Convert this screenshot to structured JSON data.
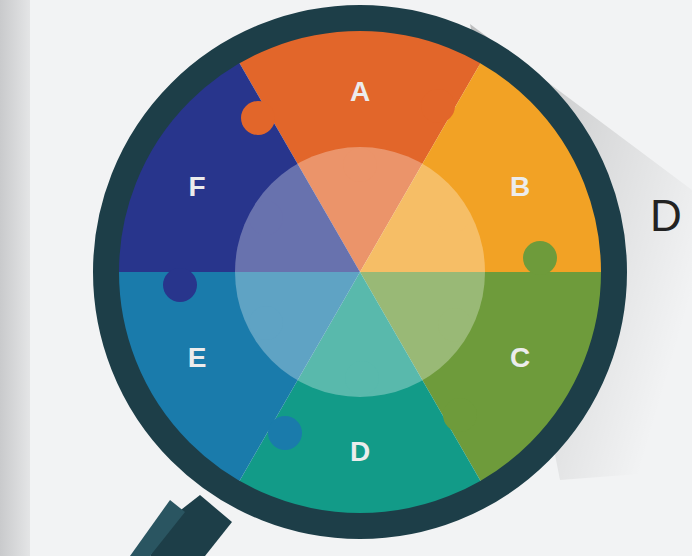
{
  "diagram": {
    "nodes": [
      {
        "text": [
          "A"
        ]
      },
      {
        "text": [
          "B"
        ]
      },
      {
        "text": [
          "C"
        ]
      },
      {
        "text": [
          "D"
        ]
      },
      {
        "text": [
          "E"
        ]
      },
      {
        "text": [
          "F"
        ]
      }
    ],
    "labels": [
      "D"
    ]
  }
}
